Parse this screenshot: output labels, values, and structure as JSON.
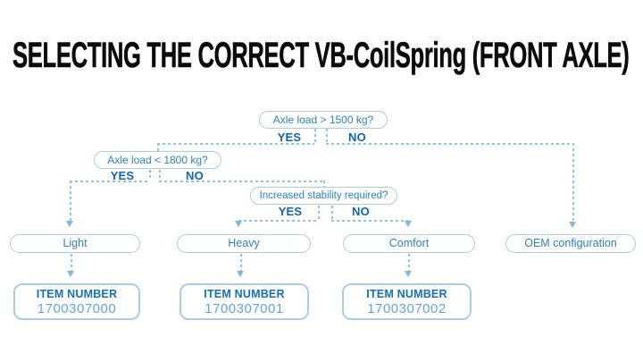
{
  "title": "SELECTING THE CORRECT VB-CoilSpring (FRONT AXLE)",
  "flowchart": {
    "decisions": [
      {
        "question": "Axle load > 1500 kg?",
        "yes": "YES",
        "no": "NO"
      },
      {
        "question": "Axle load < 1800 kg?",
        "yes": "YES",
        "no": "NO"
      },
      {
        "question": "Increased stability required?",
        "yes": "YES",
        "no": "NO"
      }
    ],
    "outcomes": [
      {
        "label": "Light",
        "item_label": "ITEM NUMBER",
        "item_number": "1700307000"
      },
      {
        "label": "Heavy",
        "item_label": "ITEM NUMBER",
        "item_number": "1700307001"
      },
      {
        "label": "Comfort",
        "item_label": "ITEM NUMBER",
        "item_number": "1700307002"
      },
      {
        "label": "OEM configuration"
      }
    ]
  },
  "colors": {
    "title": "#0c0c0c",
    "question_text": "#2e80c4",
    "yes_no_text": "#1165af",
    "pill_border": "#a8cde9",
    "dash": "#8fc3e8",
    "arrow": "#7db8e3",
    "item_label": "#1470b8",
    "item_number": "#63a5d8",
    "background": "#ffffff"
  }
}
